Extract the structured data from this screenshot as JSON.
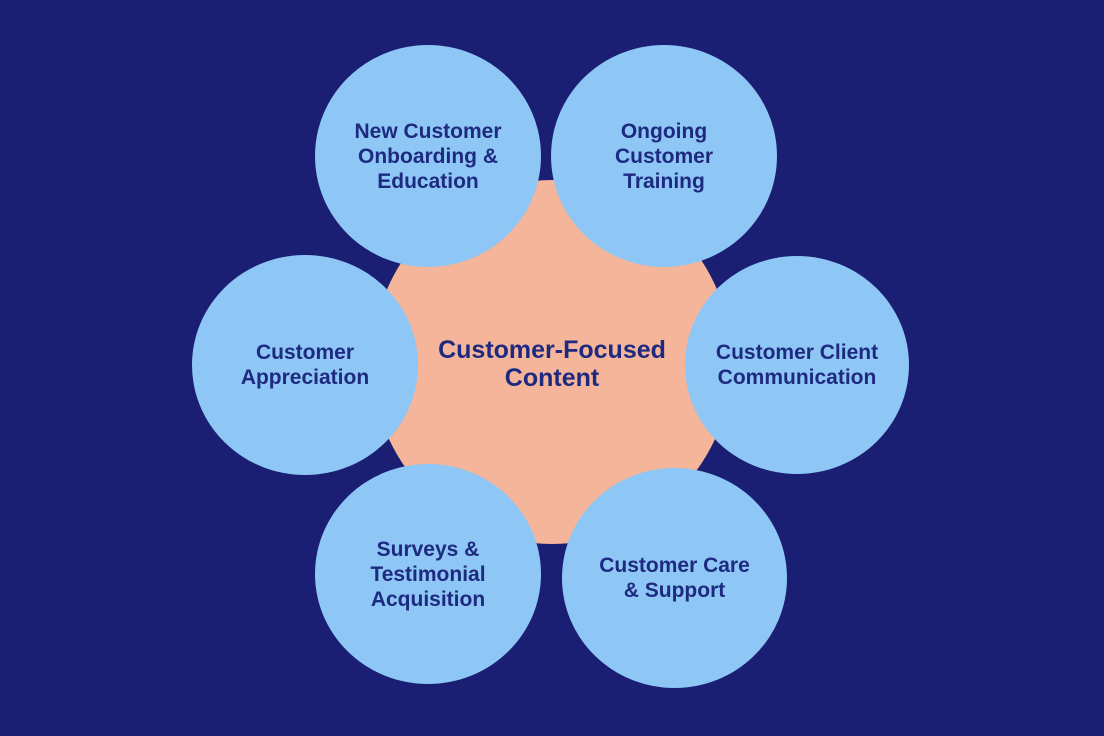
{
  "diagram": {
    "center": {
      "lines": [
        "Customer-Focused",
        "Content"
      ]
    },
    "nodes": [
      {
        "lines": [
          "New Customer",
          "Onboarding &",
          "Education"
        ]
      },
      {
        "lines": [
          "Ongoing",
          "Customer",
          "Training"
        ]
      },
      {
        "lines": [
          "Customer",
          "Appreciation"
        ]
      },
      {
        "lines": [
          "Customer Client",
          "Communication"
        ]
      },
      {
        "lines": [
          "Surveys &",
          "Testimonial",
          "Acquisition"
        ]
      },
      {
        "lines": [
          "Customer Care",
          "& Support"
        ]
      }
    ]
  },
  "colors": {
    "background": "#1a1f73",
    "center_fill": "#f4b59a",
    "node_fill": "#8ec6f5",
    "text": "#1e2a80"
  }
}
